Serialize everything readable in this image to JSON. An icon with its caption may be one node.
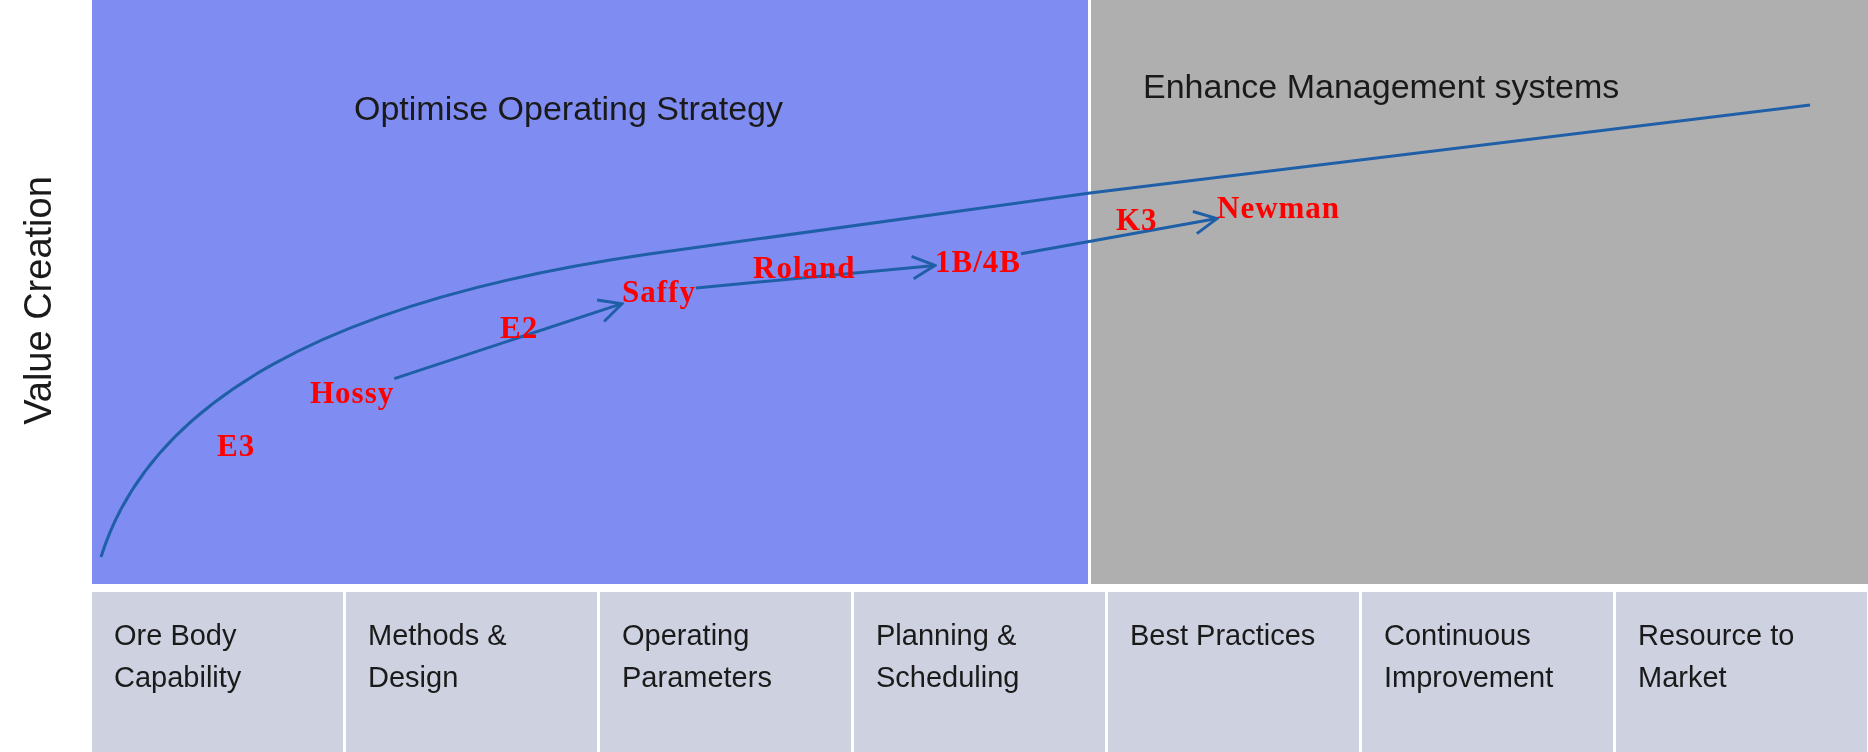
{
  "diagram": {
    "nodes": [
      {
        "text": [
          "Optimise Operating Strategy"
        ]
      },
      {
        "text": [
          "E3"
        ],
        "in": 0
      },
      {
        "text": [
          "Hossy"
        ],
        "in": 0
      },
      {
        "text": [
          "E2"
        ],
        "in": 0
      },
      {
        "text": [
          "Saffy"
        ],
        "in": 0
      },
      {
        "text": [
          "Roland"
        ],
        "in": 0
      },
      {
        "text": [
          "1B/4B"
        ],
        "in": 0
      },
      {
        "text": [
          "Enhance Management systems"
        ]
      },
      {
        "text": [
          "K3"
        ],
        "in": 7
      },
      {
        "text": [
          "Newman"
        ],
        "in": 7
      },
      {
        "text": [
          "Ore Body Capability"
        ]
      },
      {
        "text": [
          "Methods & Design"
        ]
      },
      {
        "text": [
          "Operating Parameters"
        ]
      },
      {
        "text": [
          "Planning & Scheduling"
        ]
      },
      {
        "text": [
          "Best Practices"
        ]
      },
      {
        "text": [
          "Continuous Improvement"
        ]
      },
      {
        "text": [
          "Resource to Market"
        ]
      }
    ],
    "edges": [
      {
        "from": 2,
        "to": 4,
        "arrow": "to"
      },
      {
        "from": 4,
        "to": 6,
        "arrow": "to"
      },
      {
        "from": 6,
        "to": 9,
        "arrow": "to"
      }
    ],
    "labels": [
      "Value Creation"
    ]
  }
}
